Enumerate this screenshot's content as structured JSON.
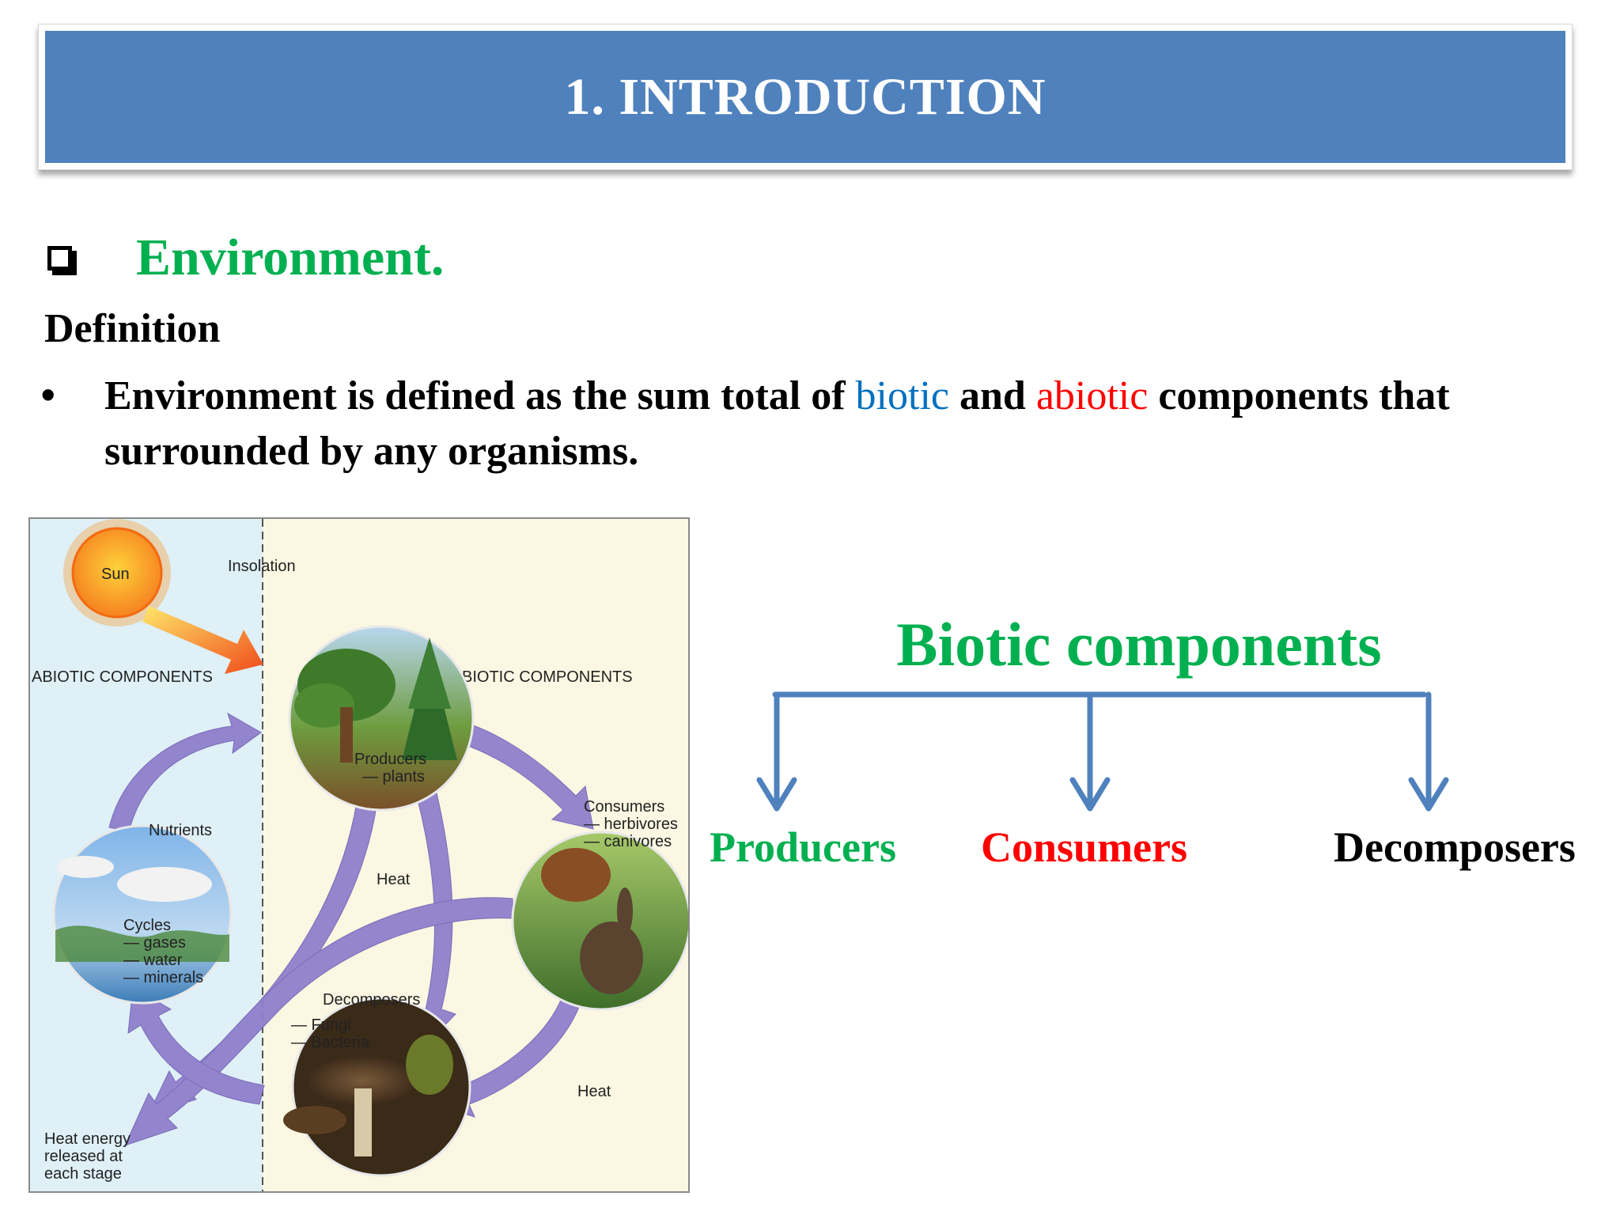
{
  "slide": {
    "title": "1. INTRODUCTION",
    "heading": "Environment.",
    "definition_label": "Definition",
    "bullet": {
      "text_before": "Environment is defined as the sum  total of ",
      "biotic": "biotic",
      "text_middle": " and ",
      "abiotic": "abiotic",
      "text_after": " components that surrounded by any organisms."
    }
  },
  "diagram": {
    "sun": "Sun",
    "insolation": "Insolation",
    "abiotic_components": "ABIOTIC COMPONENTS",
    "biotic_components": "BIOTIC COMPONENTS",
    "producers": "Producers",
    "producers_sub": "— plants",
    "consumers": "Consumers",
    "consumers_sub1": "— herbivores",
    "consumers_sub2": "— canivores",
    "nutrients": "Nutrients",
    "heat1": "Heat",
    "heat2": "Heat",
    "cycles": "Cycles",
    "cycles_sub1": "— gases",
    "cycles_sub2": "— water",
    "cycles_sub3": "— minerals",
    "decomposers": "Decomposers",
    "decomposers_sub1": "— Fungi",
    "decomposers_sub2": "— Bacteria",
    "heat_energy_line1": "Heat energy",
    "heat_energy_line2": "released at",
    "heat_energy_line3": "each stage"
  },
  "tree": {
    "title": "Biotic components",
    "items": [
      "Producers",
      "Consumers",
      "Decomposers"
    ],
    "line_color": "#4f81bd"
  },
  "colors": {
    "banner": "#4f81bd",
    "green": "#00b050",
    "blue": "#0070c0",
    "red": "#ff0000"
  }
}
